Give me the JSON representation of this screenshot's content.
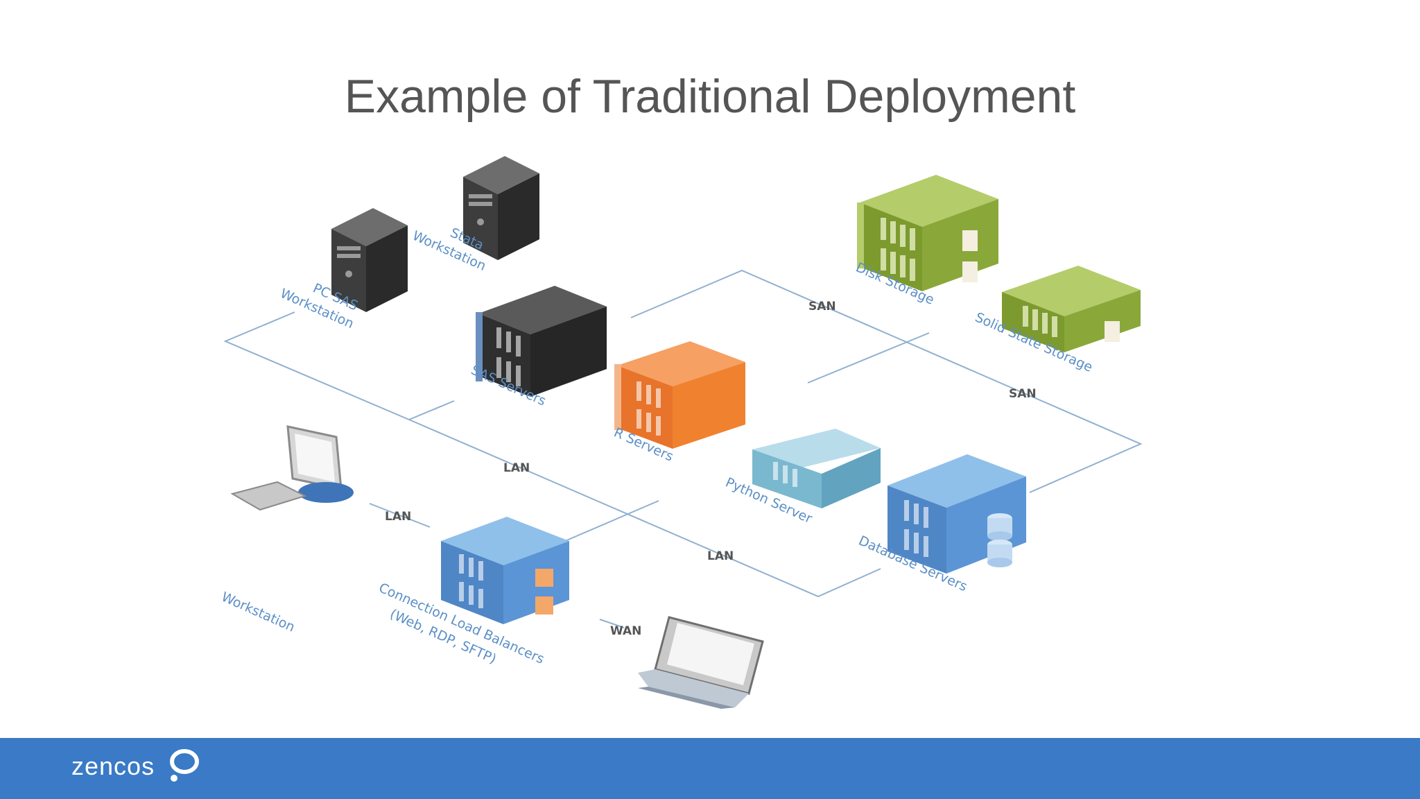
{
  "slide": {
    "title": "Example of Traditional Deployment"
  },
  "nodes": {
    "pc_sas_workstation": [
      "PC SAS",
      "Workstation"
    ],
    "stata_workstation": [
      "Stata",
      "Workstation"
    ],
    "sas_servers": "SAS Servers",
    "r_servers": "R Servers",
    "python_server": "Python Server",
    "database_servers": "Database Servers",
    "disk_storage": "Disk Storage",
    "solid_state_storage": "Solid State Storage",
    "workstation": "Workstation",
    "load_balancers": [
      "Connection Load Balancers",
      "(Web, RDP, SFTP)"
    ]
  },
  "links": {
    "san_1": "SAN",
    "san_2": "SAN",
    "lan_1": "LAN",
    "lan_2": "LAN",
    "lan_3": "LAN",
    "wan": "WAN"
  },
  "footer": {
    "logo": "zencos"
  },
  "colors": {
    "footer_bg": "#3a7ac6",
    "label_blue": "#5b8fc7",
    "server_black": "#3a3a3a",
    "server_orange": "#f0822f",
    "server_blue": "#5b95d6",
    "server_teal": "#7ab8cf",
    "storage_green": "#8aa83a"
  }
}
